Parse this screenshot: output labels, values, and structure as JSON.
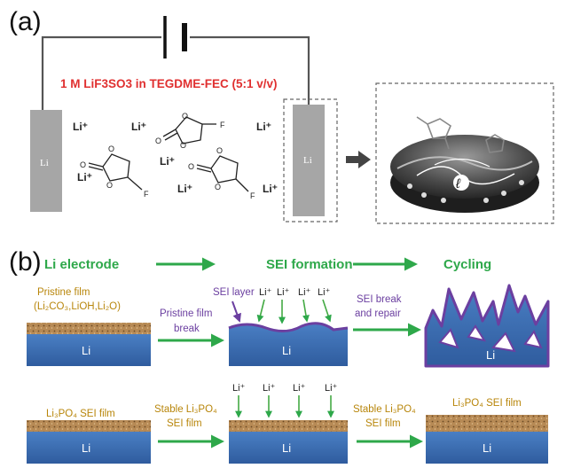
{
  "panel_a": {
    "label": "(a)",
    "electrolyte_label": "1 M LiF3SO3 in TEGDME-FEC (5:1 v/v)",
    "anode_label": "Li",
    "cathode_label": "Li",
    "li_ion_label": "Li⁺",
    "fec_f_label": "F",
    "fec_o_label": "O",
    "zoom_marker": "ℓ",
    "colors": {
      "electrolyte_text": "#e03030",
      "electrode": "#a6a6a6"
    }
  },
  "panel_b": {
    "label": "(b)",
    "stage_titles": [
      "Li electrode",
      "SEI formation",
      "Cycling"
    ],
    "pristine_film_label_line1": "Pristine film",
    "pristine_film_label_line2": "(Li₂CO₃,LiOH,Li₂O)",
    "sei_layer_label": "SEI layer",
    "pristine_film_break_line1": "Pristine film",
    "pristine_film_break_line2": "break",
    "sei_break_repair_line1": "SEI break",
    "sei_break_repair_line2": "and repair",
    "li3po4_film_left": "Li₃PO₄ SEI film",
    "stable_film_line1": "Stable Li₃PO₄",
    "stable_film_line2": "SEI film",
    "li3po4_film_right": "Li₃PO₄ SEI film",
    "electrode_label": "Li",
    "li_ion_label": "Li⁺",
    "colors": {
      "title": "#2ea84a",
      "arrow": "#2ea84a",
      "li_block": "#3b6db3",
      "sei": "#6b3fa0",
      "film_text": "#b8860b",
      "ion_arrow": "#44aa44"
    }
  }
}
